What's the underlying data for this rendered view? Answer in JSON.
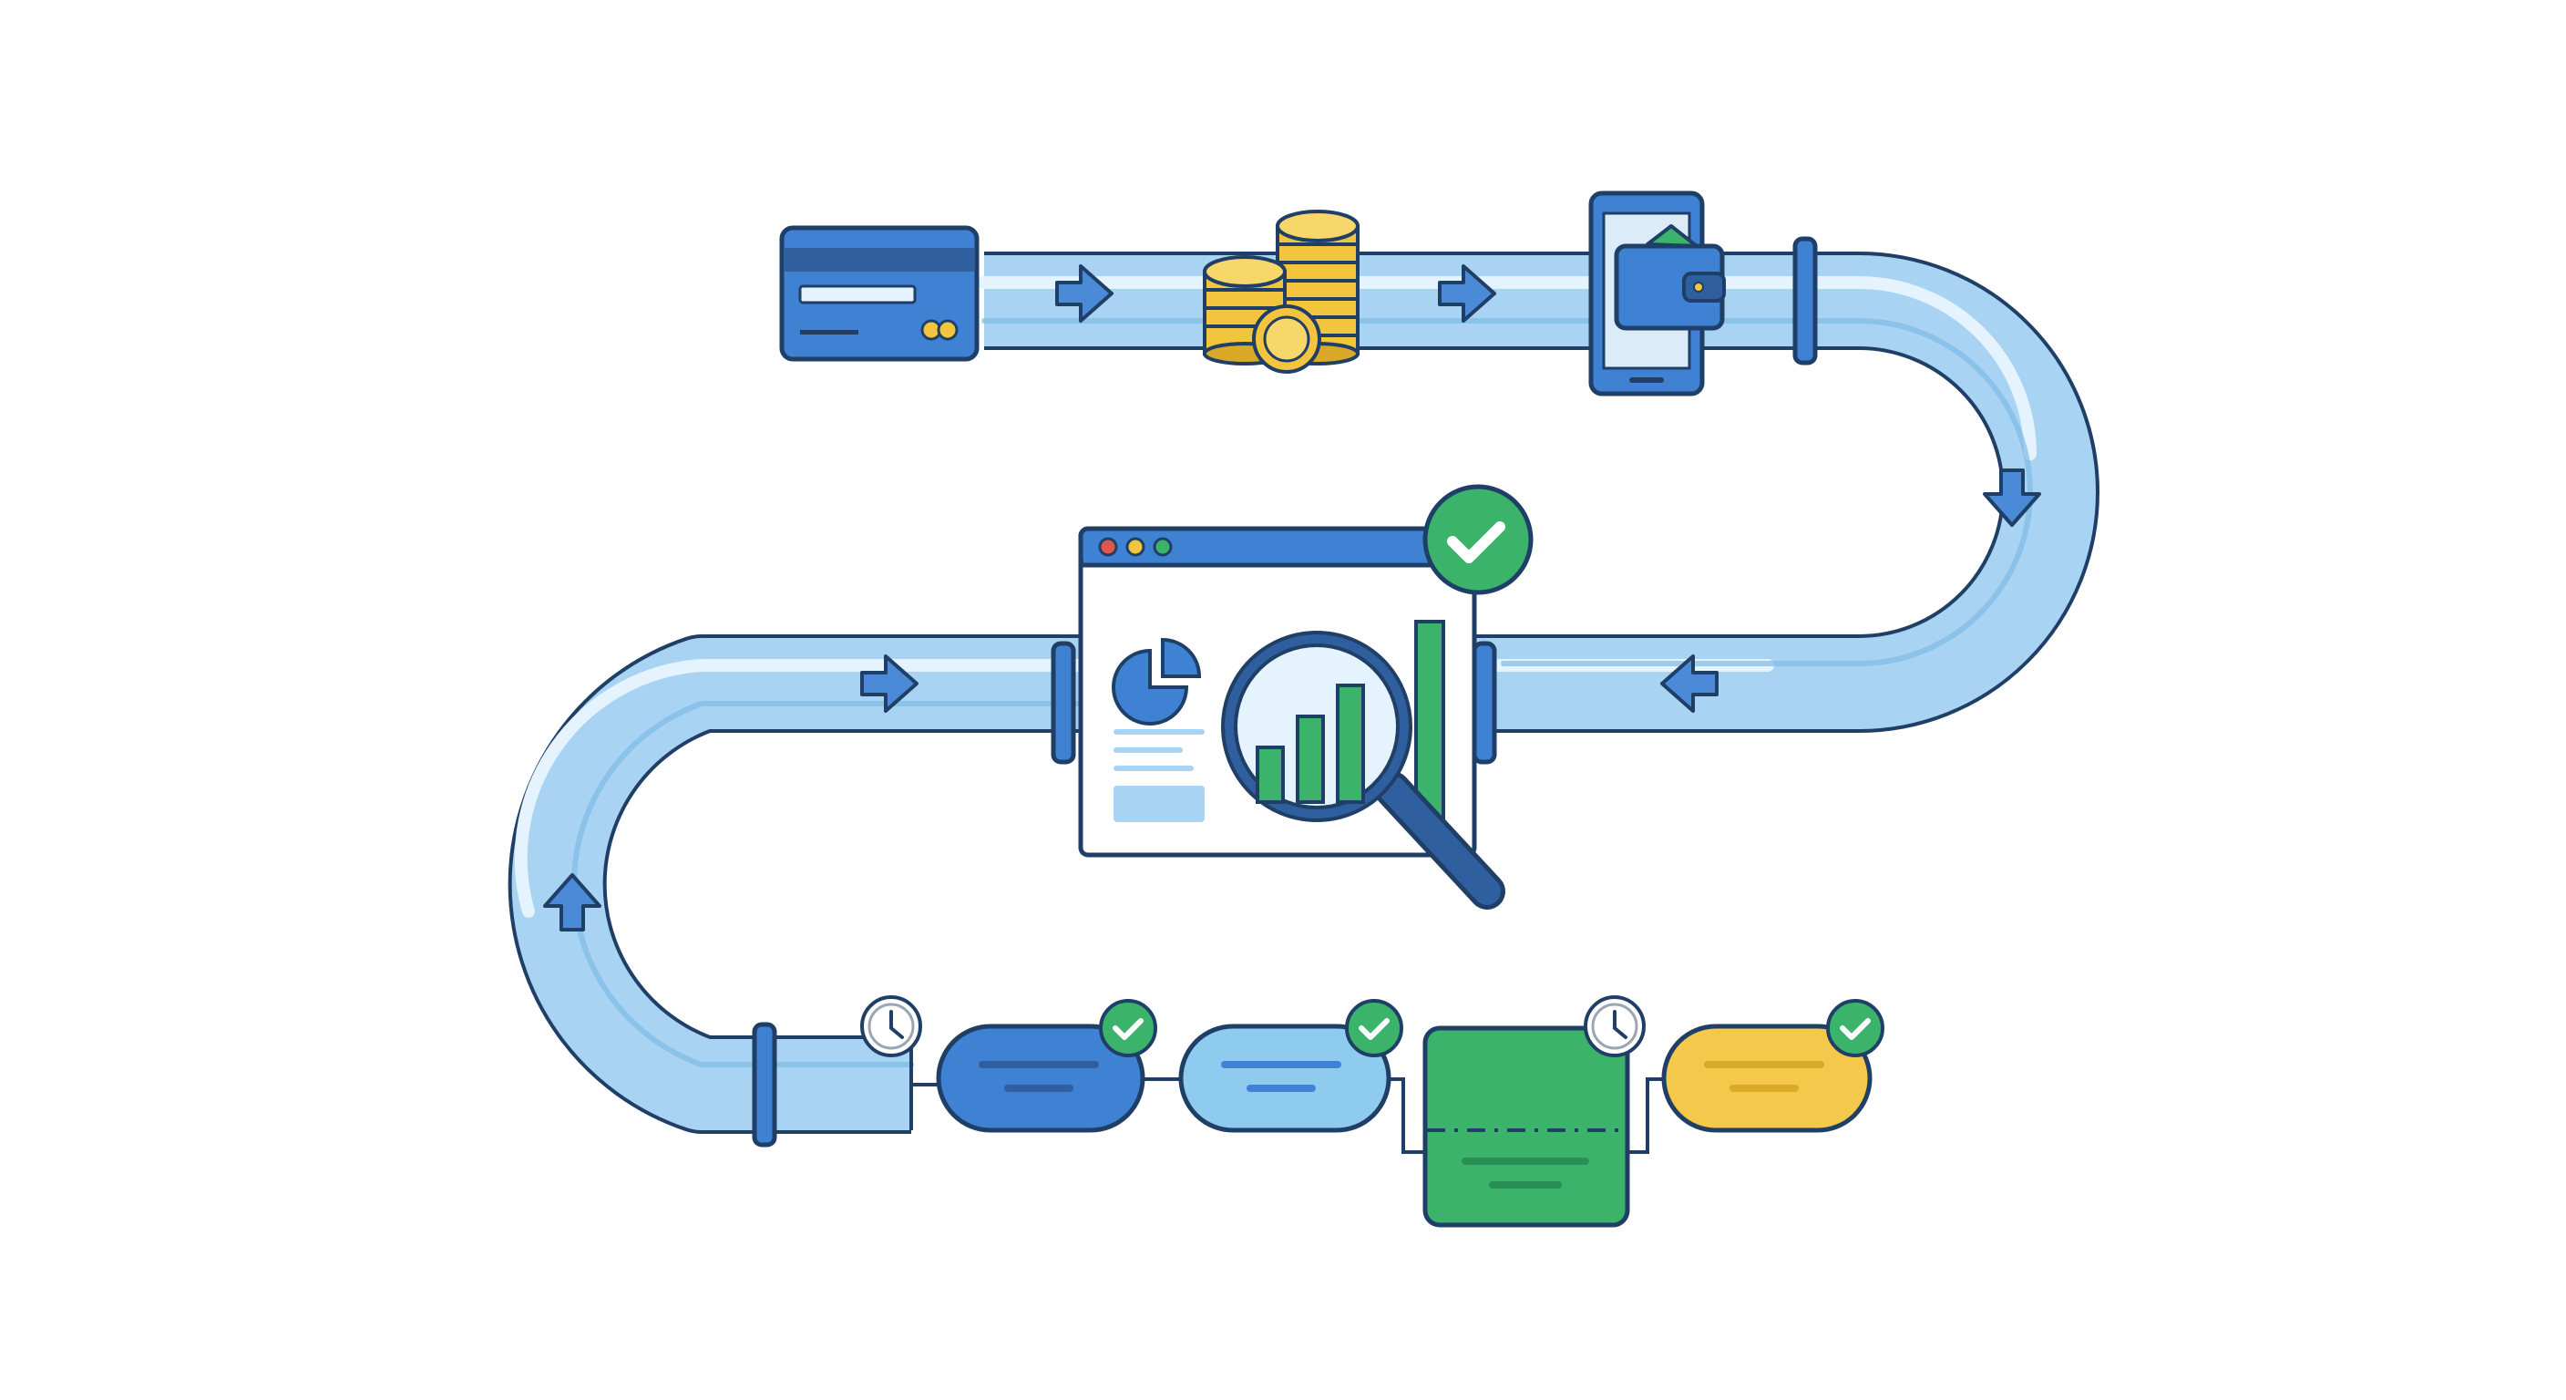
{
  "colors": {
    "outline": "#1f3f66",
    "pipe_fill": "#a9d3f2",
    "pipe_highlight": "#e4f3fd",
    "pipe_band": "#7fbbe6",
    "arrow_blue": "#4a8ad6",
    "card_blue": "#3f82d3",
    "card_stripe": "#2f5f9e",
    "coin_gold": "#f3c53f",
    "coin_shade": "#d9a928",
    "accent_green": "#3bb36a",
    "check_green": "#2fa960",
    "yellow_pill": "#f4c84a",
    "light_blue_pill": "#8fcbee",
    "clock_grey": "#9aa6b2",
    "window_dots": [
      "#e2574c",
      "#f3c53f",
      "#3bb36a"
    ]
  },
  "icons": {
    "card": "credit-card-icon",
    "coins": "coin-stack-icon",
    "phone": "mobile-wallet-icon",
    "dashboard": "analytics-window-icon",
    "magnifier": "magnifying-glass-icon",
    "check": "check-badge-icon",
    "clock": "clock-icon"
  },
  "flow_direction": [
    "right",
    "right",
    "down",
    "left",
    "right",
    "up"
  ],
  "timeline_steps": [
    {
      "shape": "pill",
      "color": "#3f82d3",
      "status": "clock"
    },
    {
      "shape": "pill",
      "color": "#8fcbee",
      "status": "check"
    },
    {
      "shape": "square",
      "color": "#3bb36a",
      "status": "check"
    },
    {
      "shape": "pill",
      "color": "#f4c84a",
      "status": "clock"
    }
  ]
}
